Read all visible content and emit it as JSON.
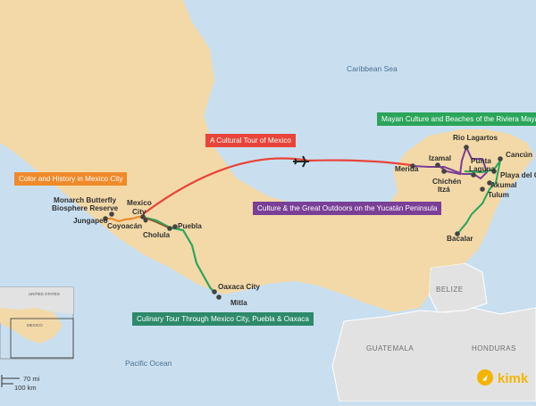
{
  "colors": {
    "sea": "#c9dff0",
    "land": "#f3d9a8",
    "other_land": "#e2e2e2",
    "route_red": "#e8443a",
    "route_orange": "#f08a2a",
    "route_green": "#2aa55a",
    "route_purple": "#7a3f96",
    "tag_blue_green": "#2d8a6a"
  },
  "water_labels": {
    "caribbean": "Caribbean Sea",
    "pacific": "Pacific Ocean"
  },
  "countries": {
    "belize": "BELIZE",
    "guatemala": "GUATEMALA",
    "honduras": "HONDURAS"
  },
  "tours": {
    "cultural": "A Cultural Tour of Mexico",
    "color_history": "Color and History in Mexico City",
    "mayan_beaches": "Mayan Culture and Beaches of the Riviera Maya",
    "yucatan": "Culture & the Great Outdoors on the Yucatán Peninsula",
    "culinary": "Culinary Tour Through Mexico City, Puebla & Oaxaca"
  },
  "cities": {
    "monarch_1": "Monarch Butterfly",
    "monarch_2": "Biosphere Reserve",
    "jungapeo": "Jungapeo",
    "mexico_city_1": "Mexico",
    "mexico_city_2": "City",
    "coyoacan": "Coyoacán",
    "cholula": "Cholula",
    "puebla": "Puebla",
    "oaxaca": "Oaxaca City",
    "mitla": "Mitla",
    "merida": "Merida",
    "izamal": "Izamal",
    "chichen_1": "Chichén",
    "chichen_2": "Itzá",
    "rio_lagartos": "Rio Lagartos",
    "punta_1": "Punta",
    "punta_2": "Laguna",
    "cancun": "Cancún",
    "playa": "Playa del C",
    "akumal": "Akumal",
    "tulum": "Tulum",
    "bacalar": "Bacalar"
  },
  "inset": {
    "united_states": "UNITED STATES",
    "mexico": "MEXICO"
  },
  "scale": {
    "miles": "70 mi",
    "km": "100 km"
  },
  "logo": {
    "text": "kimk",
    "icon": "compass-icon"
  }
}
